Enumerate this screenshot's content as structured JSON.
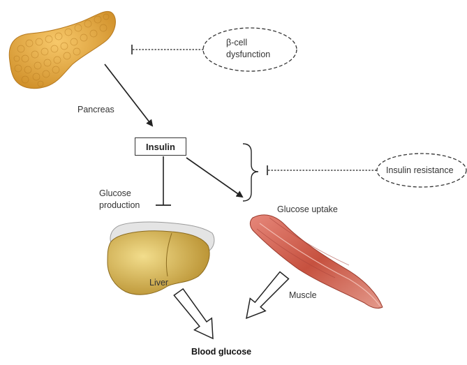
{
  "labels": {
    "pancreas": "Pancreas",
    "insulin": "Insulin",
    "beta_cell_line1": "β-cell",
    "beta_cell_line2": "dysfunction",
    "glucose_production_line1": "Glucose",
    "glucose_production_line2": "production",
    "glucose_uptake": "Glucose uptake",
    "insulin_resistance": "Insulin resistance",
    "liver": "Liver",
    "muscle": "Muscle",
    "blood_glucose": "Blood glucose"
  },
  "colors": {
    "pancreas": "#e0a43a",
    "liver": "#c9a23c",
    "muscle": "#c9574a",
    "line": "#222222"
  }
}
